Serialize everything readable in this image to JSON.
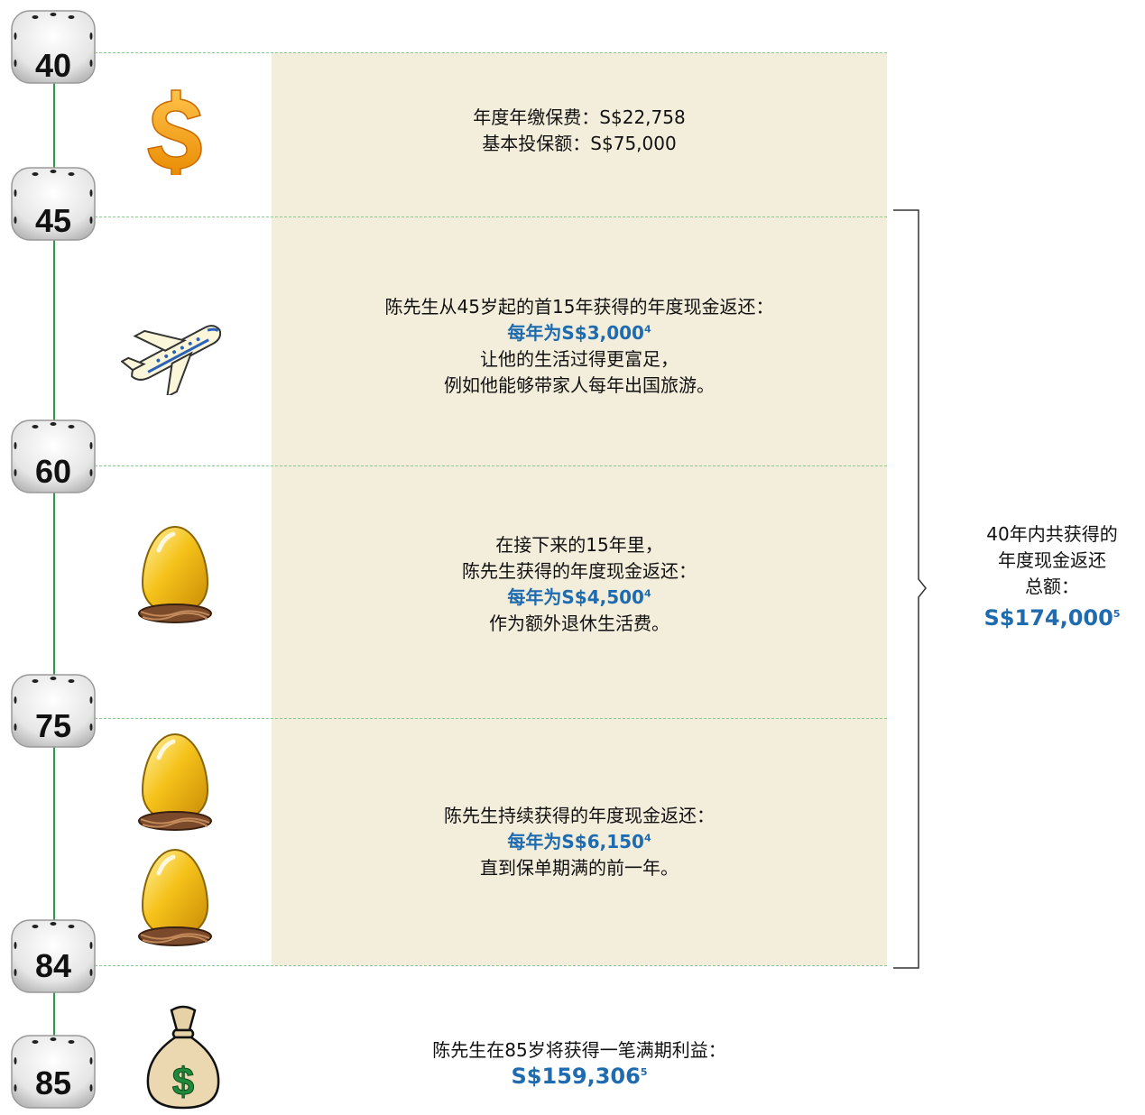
{
  "ages": [
    "40",
    "45",
    "60",
    "75",
    "84",
    "85"
  ],
  "stage1": {
    "line1": "年度年缴保费：S$22,758",
    "line2": "基本投保额：S$75,000"
  },
  "stage2": {
    "line1": "陈先生从45岁起的首15年获得的年度现金返还：",
    "amount": "每年为S$3,000",
    "sup": "4",
    "line3": "让他的生活过得更富足，",
    "line4": "例如他能够带家人每年出国旅游。"
  },
  "stage3": {
    "line1": "在接下来的15年里，",
    "line2": "陈先生获得的年度现金返还：",
    "amount": "每年为S$4,500",
    "sup": "4",
    "line4": "作为额外退休生活费。"
  },
  "stage4": {
    "line1": "陈先生持续获得的年度现金返还：",
    "amount": "每年为S$6,150",
    "sup": "4",
    "line3": "直到保单期满的前一年。"
  },
  "stage5": {
    "line1": "陈先生在85岁将获得一笔满期利益：",
    "amount": "S$159,306",
    "sup": "5"
  },
  "total": {
    "line1": "40年内共获得的",
    "line2": "年度现金返还",
    "line3": "总额：",
    "amount": "S$174,000",
    "sup": "5"
  },
  "colors": {
    "panel": "#f3eddb",
    "timeline": "#2e9a4c",
    "dashed": "#8cc98d",
    "highlight": "#1f6bb0"
  },
  "icons": [
    "dollar-sign-icon",
    "airplane-icon",
    "golden-egg-nest-icon",
    "golden-egg-nest-icon",
    "golden-egg-nest-icon",
    "money-bag-icon"
  ]
}
